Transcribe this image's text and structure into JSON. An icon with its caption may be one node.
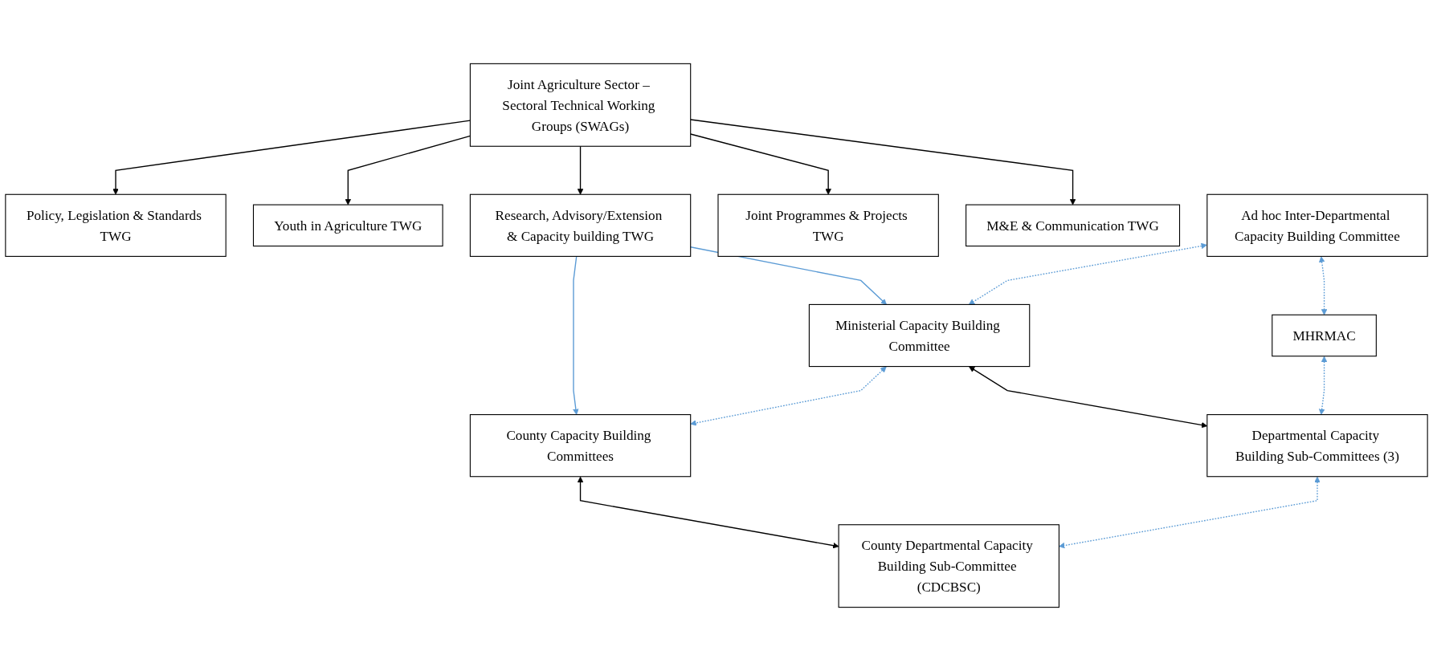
{
  "diagram": {
    "nodes": [
      {
        "text": [
          "Joint Agriculture Sector – Sectoral Technical Working Groups (SWAGs)"
        ]
      },
      {
        "text": [
          "Policy, Legislation & Standards TWG"
        ]
      },
      {
        "text": [
          "Youth in Agriculture TWG"
        ]
      },
      {
        "text": [
          "Research, Advisory/Extension & Capacity building TWG"
        ]
      },
      {
        "text": [
          "Joint Programmes & Projects TWG"
        ]
      },
      {
        "text": [
          "M&E & Communication TWG"
        ]
      },
      {
        "text": [
          "Ad hoc Inter-Departmental Capacity Building Committee"
        ]
      },
      {
        "text": [
          "Ministerial Capacity Building Committee"
        ]
      },
      {
        "text": [
          "County Capacity Building Committees"
        ]
      },
      {
        "text": [
          "MHRMAC"
        ]
      },
      {
        "text": [
          "Departmental Capacity Building Sub-Committees (3)"
        ]
      },
      {
        "text": [
          "County Departmental Capacity Building Sub-Committee (CDCBSC)"
        ]
      }
    ],
    "edges": [
      {
        "from": 0,
        "to": 1,
        "arrow": "to"
      },
      {
        "from": 0,
        "to": 2,
        "arrow": "to"
      },
      {
        "from": 0,
        "to": 3,
        "arrow": "to"
      },
      {
        "from": 0,
        "to": 4,
        "arrow": "to"
      },
      {
        "from": 0,
        "to": 5,
        "arrow": "to"
      },
      {
        "from": 3,
        "to": 7,
        "arrow": "to",
        "color": "#5b9bd5"
      },
      {
        "from": 3,
        "to": 8,
        "arrow": "to",
        "color": "#5b9bd5"
      },
      {
        "from": 6,
        "to": 7,
        "arrow": "both",
        "style": "dashed",
        "color": "#5b9bd5"
      },
      {
        "from": 7,
        "to": 8,
        "arrow": "both",
        "style": "dashed",
        "color": "#5b9bd5"
      },
      {
        "from": 7,
        "to": 10,
        "arrow": "both"
      },
      {
        "from": 8,
        "to": 11,
        "arrow": "both"
      },
      {
        "from": 6,
        "to": 9,
        "arrow": "both",
        "style": "dashed",
        "color": "#5b9bd5"
      },
      {
        "from": 9,
        "to": 10,
        "arrow": "both",
        "style": "dashed",
        "color": "#5b9bd5"
      },
      {
        "from": 10,
        "to": 11,
        "arrow": "both",
        "style": "dashed",
        "color": "#5b9bd5"
      }
    ]
  }
}
